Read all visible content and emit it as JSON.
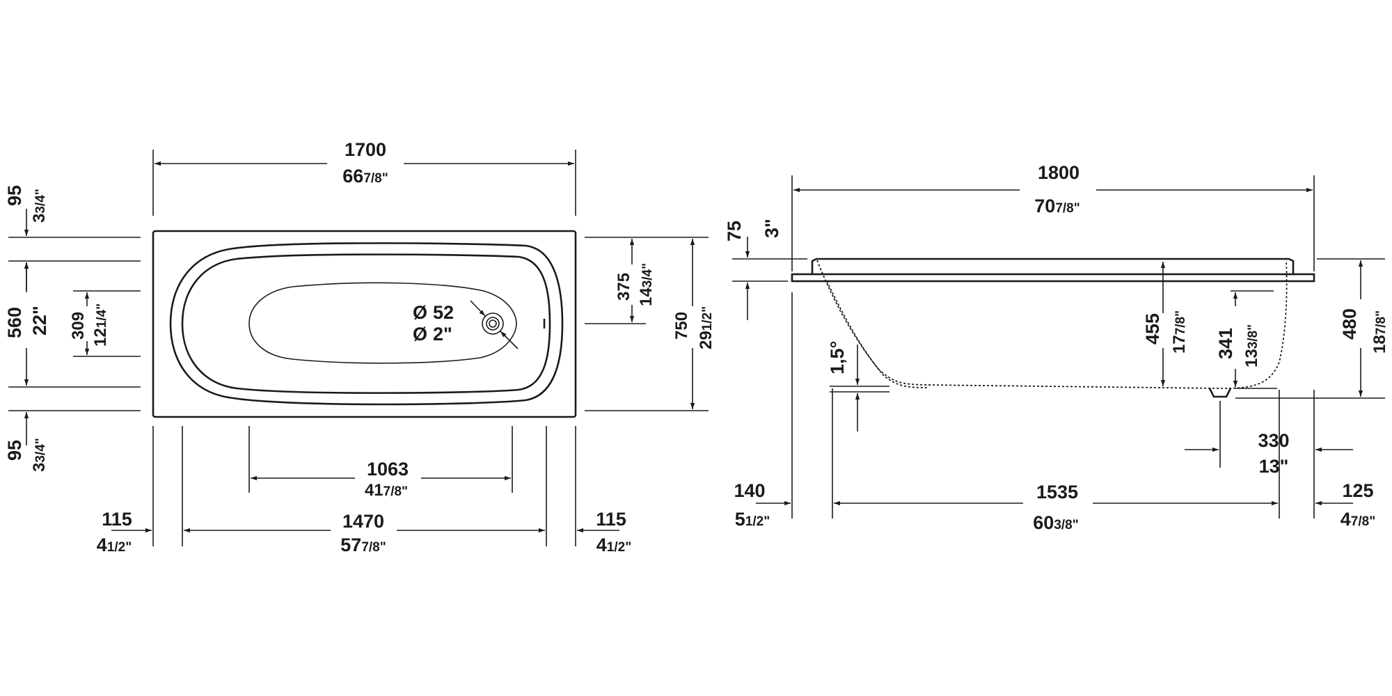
{
  "top_view": {
    "overall_length": {
      "mm": "1700",
      "in_whole": "66",
      "in_frac": "7/8\""
    },
    "end_margin_top": {
      "mm": "95",
      "in_whole": "3",
      "in_frac": "3/4\""
    },
    "end_margin_bottom": {
      "mm": "95",
      "in_whole": "3",
      "in_frac": "3/4\""
    },
    "basin_width": {
      "mm": "560",
      "in": "22\""
    },
    "floor_width": {
      "mm": "309",
      "in_whole": "12",
      "in_frac": "1/4\""
    },
    "drain_offset": {
      "mm": "375",
      "in_whole": "14",
      "in_frac": "3/4\""
    },
    "overall_width": {
      "mm": "750",
      "in_whole": "29",
      "in_frac": "1/2\""
    },
    "drain_diameter": {
      "mm": "52",
      "in": "2\"",
      "symbol": "Ø"
    },
    "floor_length": {
      "mm": "1063",
      "in_whole": "41",
      "in_frac": "7/8\""
    },
    "basin_length": {
      "mm": "1470",
      "in_whole": "57",
      "in_frac": "7/8\""
    },
    "side_margin_left": {
      "mm": "115",
      "in_whole": "4",
      "in_frac": "1/2\""
    },
    "side_margin_right": {
      "mm": "115",
      "in_whole": "4",
      "in_frac": "1/2\""
    }
  },
  "side_view": {
    "overall_length": {
      "mm": "1800",
      "in_whole": "70",
      "in_frac": "7/8\""
    },
    "rim_height": {
      "mm": "75",
      "in": "3\""
    },
    "inner_depth": {
      "mm": "455",
      "in_whole": "17",
      "in_frac": "7/8\""
    },
    "drain_depth": {
      "mm": "341",
      "in_whole": "13",
      "in_frac": "3/8\""
    },
    "overall_height": {
      "mm": "480",
      "in_whole": "18",
      "in_frac": "7/8\""
    },
    "floor_slope": {
      "value": "1,5°"
    },
    "drain_from_end": {
      "mm": "330",
      "in": "13\""
    },
    "left_overhang": {
      "mm": "140",
      "in_whole": "5",
      "in_frac": "1/2\""
    },
    "floor_length": {
      "mm": "1535",
      "in_whole": "60",
      "in_frac": "3/8\""
    },
    "right_overhang": {
      "mm": "125",
      "in_whole": "4",
      "in_frac": "7/8\""
    }
  }
}
